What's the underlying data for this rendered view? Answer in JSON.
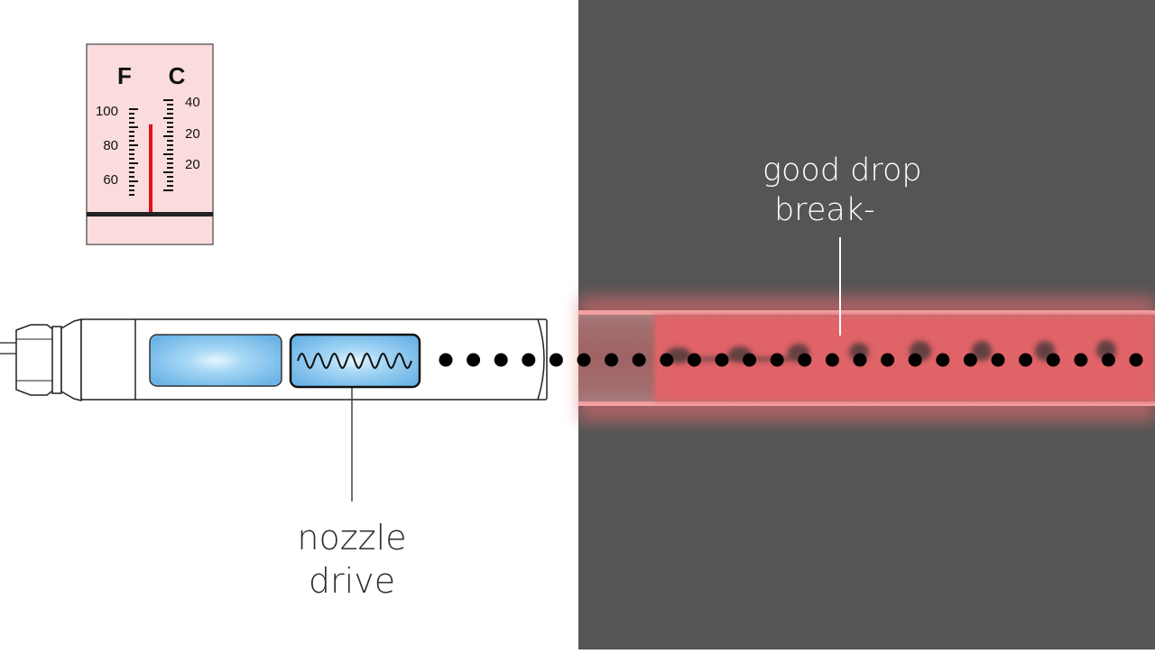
{
  "thermometer": {
    "unit_left": "F",
    "unit_right": "C",
    "f_ticks": [
      "100",
      "80",
      "60"
    ],
    "c_ticks": [
      "40",
      "20",
      "20"
    ],
    "mercury_level": 0.72
  },
  "labels": {
    "nozzle_line1": "nozzle",
    "nozzle_line2": "drive",
    "drop_line1": "good drop",
    "drop_line2": "break-"
  },
  "colors": {
    "panel_right": "#555555",
    "thermo_bg": "#fbdcdc",
    "mercury": "#e0101a",
    "strobe_glow": "#e86a6e",
    "chamber_fill": "#7ec2ee",
    "drop": "#000000"
  }
}
